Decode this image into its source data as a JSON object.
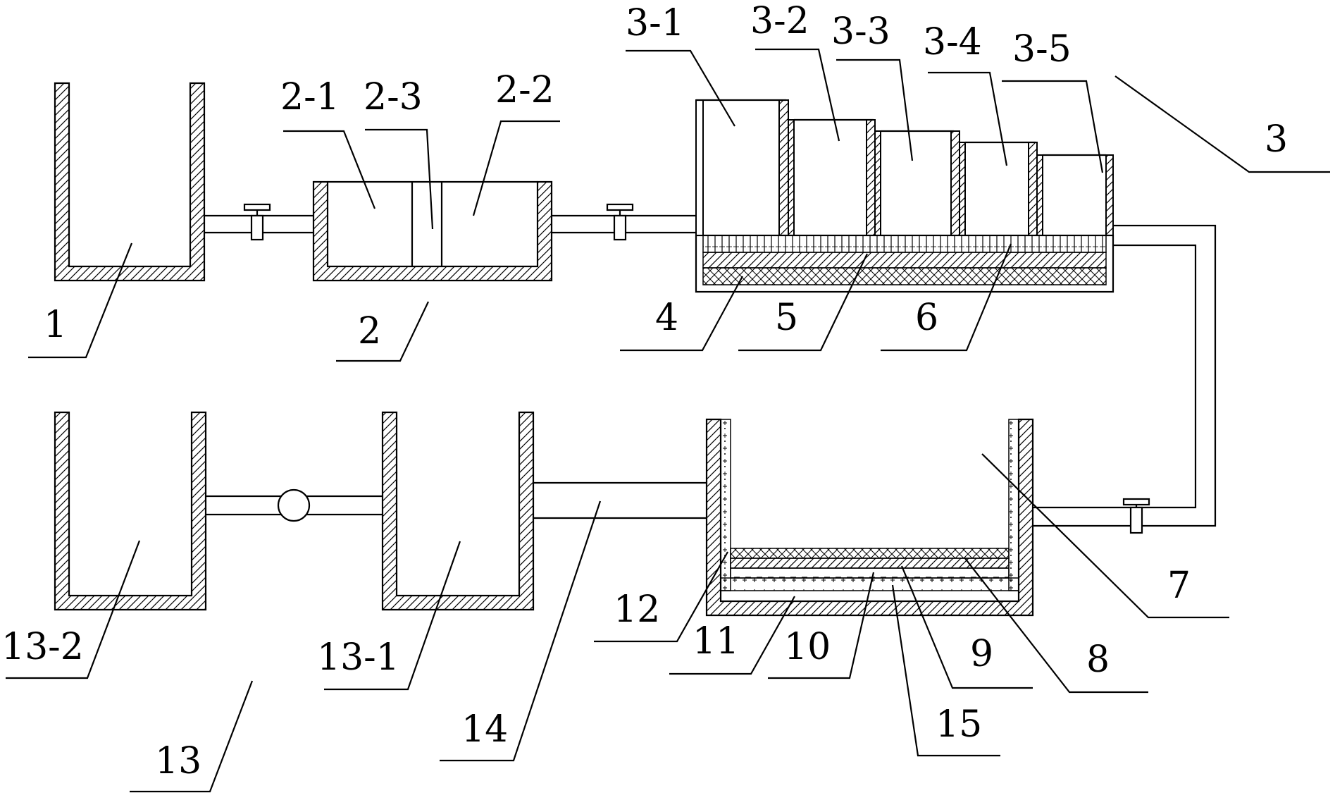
{
  "labels": {
    "l1": "1",
    "l2": "2",
    "l2_1": "2-1",
    "l2_2": "2-2",
    "l2_3": "2-3",
    "l3": "3",
    "l3_1": "3-1",
    "l3_2": "3-2",
    "l3_3": "3-3",
    "l3_4": "3-4",
    "l3_5": "3-5",
    "l4": "4",
    "l5": "5",
    "l6": "6",
    "l7": "7",
    "l8": "8",
    "l9": "9",
    "l10": "10",
    "l11": "11",
    "l12": "12",
    "l13": "13",
    "l13_1": "13-1",
    "l13_2": "13-2",
    "l14": "14",
    "l15": "15"
  }
}
